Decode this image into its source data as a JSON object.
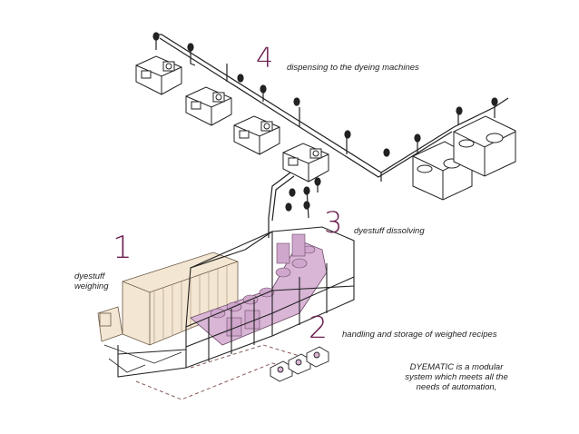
{
  "colors": {
    "accent": "#6b1f4e",
    "plant_fill": "#d9b5d6",
    "rack_fill": "#f3e6d2"
  },
  "steps": {
    "s1": {
      "number": "1",
      "label_line1": "dyestuff",
      "label_line2": "weighing"
    },
    "s2": {
      "number": "2",
      "label": "handling and storage of weighed recipes"
    },
    "s3": {
      "number": "3",
      "label": "dyestuff dissolving"
    },
    "s4": {
      "number": "4",
      "label": "dispensing to the dyeing machines"
    }
  },
  "caption": {
    "line1": "DYEMATIC is a modular",
    "line2": "system which meets all the",
    "line3": "needs of automation,"
  }
}
